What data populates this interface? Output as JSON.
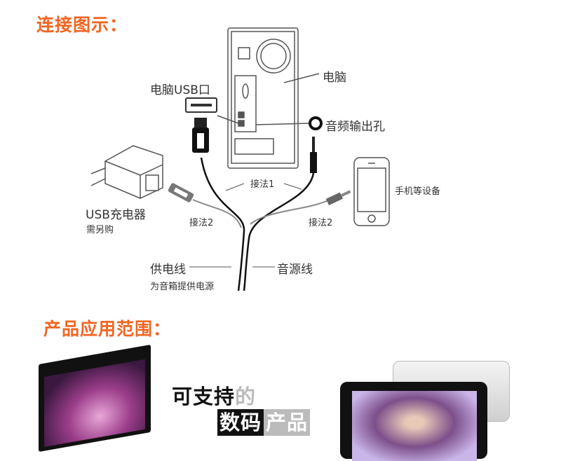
{
  "section1": {
    "title": "连接图示：",
    "labels": {
      "computer": "电脑",
      "computer_usb_port": "电脑USB口",
      "audio_output_jack": "音频输出孔",
      "method1": "接法1",
      "method2_left": "接法2",
      "method2_right": "接法2",
      "usb_charger": "USB充电器",
      "usb_charger_note": "需另购",
      "phone_devices": "手机等设备",
      "power_cable": "供电线",
      "power_cable_note": "为音箱提供电源",
      "audio_cable": "音源线"
    }
  },
  "section2": {
    "title": "产品应用范围：",
    "slogan_line1_black": "可支持",
    "slogan_line1_gray": "的",
    "slogan_line2_black": "数码",
    "slogan_line2_gray": "产品"
  },
  "colors": {
    "accent": "#f26522",
    "cable": "#111111",
    "gray_cable": "#888888"
  }
}
